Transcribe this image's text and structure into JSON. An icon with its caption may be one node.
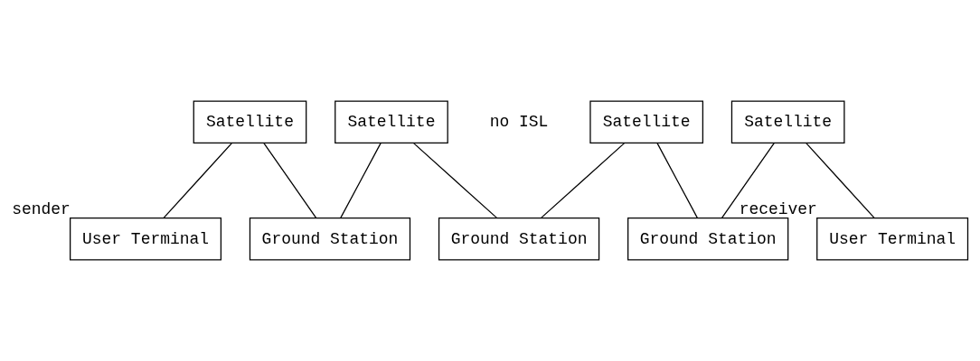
{
  "diagram": {
    "nodes": [
      {
        "text": [
          "Satellite"
        ]
      },
      {
        "text": [
          "Satellite"
        ]
      },
      {
        "text": [
          "Satellite"
        ]
      },
      {
        "text": [
          "Satellite"
        ]
      },
      {
        "text": [
          "User Terminal"
        ],
        "beside": [
          "sender"
        ]
      },
      {
        "text": [
          "Ground Station"
        ]
      },
      {
        "text": [
          "Ground Station"
        ]
      },
      {
        "text": [
          "Ground Station"
        ]
      },
      {
        "text": [
          "User Terminal"
        ],
        "beside": [
          "receiver"
        ]
      }
    ],
    "edges": [
      {
        "from": 0,
        "to": 4,
        "arrow": "none"
      },
      {
        "from": 0,
        "to": 5,
        "arrow": "none"
      },
      {
        "from": 1,
        "to": 5,
        "arrow": "none"
      },
      {
        "from": 1,
        "to": 6,
        "arrow": "none"
      },
      {
        "from": 2,
        "to": 6,
        "arrow": "none"
      },
      {
        "from": 2,
        "to": 7,
        "arrow": "none"
      },
      {
        "from": 3,
        "to": 7,
        "arrow": "none"
      },
      {
        "from": 3,
        "to": 8,
        "arrow": "none"
      }
    ],
    "labels": [
      "no ISL"
    ]
  }
}
